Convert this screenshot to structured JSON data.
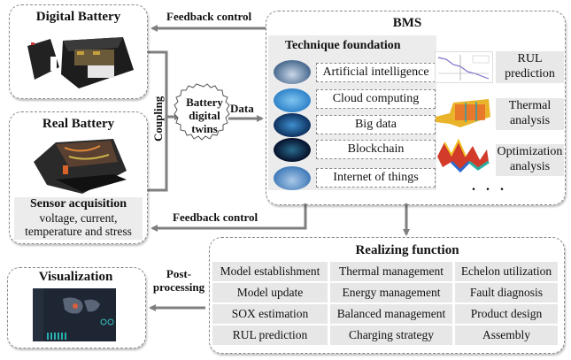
{
  "digital_battery": {
    "title": "Digital Battery"
  },
  "real_battery": {
    "title": "Real Battery",
    "sensor_title": "Sensor acquisition",
    "sensor_line1": "voltage, current,",
    "sensor_line2": "temperature and stress"
  },
  "twins": {
    "line1": "Battery",
    "line2": "digital",
    "line3": "twins"
  },
  "labels": {
    "feedback_top": "Feedback control",
    "feedback_bottom": "Feedback control",
    "coupling": "Coupling",
    "data": "Data",
    "post_line1": "Post-",
    "post_line2": "processing"
  },
  "bms": {
    "title": "BMS",
    "technique_title": "Technique foundation",
    "techniques": [
      {
        "label": "Artificial intelligence",
        "icon": "city-network-icon"
      },
      {
        "label": "Cloud computing",
        "icon": "cloud-icon"
      },
      {
        "label": "Big data",
        "icon": "data-stream-icon"
      },
      {
        "label": "Blockchain",
        "icon": "chain-icon"
      },
      {
        "label": "Internet of things",
        "icon": "iot-city-icon"
      }
    ],
    "applications": [
      {
        "line1": "RUL",
        "line2": "prediction",
        "icon": "line-plot-icon"
      },
      {
        "line1": "Thermal",
        "line2": "analysis",
        "icon": "battery-pack-heatmap-icon"
      },
      {
        "line1": "Optimization",
        "line2": "analysis",
        "icon": "surface-plot-icon"
      }
    ],
    "more": ". . ."
  },
  "realizing": {
    "title": "Realizing function",
    "rows": [
      [
        "Model establishment",
        "Thermal management",
        "Echelon utilization"
      ],
      [
        "Model update",
        "Energy management",
        "Fault diagnosis"
      ],
      [
        "SOX estimation",
        "Balanced management",
        "Product design"
      ],
      [
        "RUL prediction",
        "Charging strategy",
        "Assembly"
      ]
    ]
  },
  "visualization": {
    "title": "Visualization"
  }
}
